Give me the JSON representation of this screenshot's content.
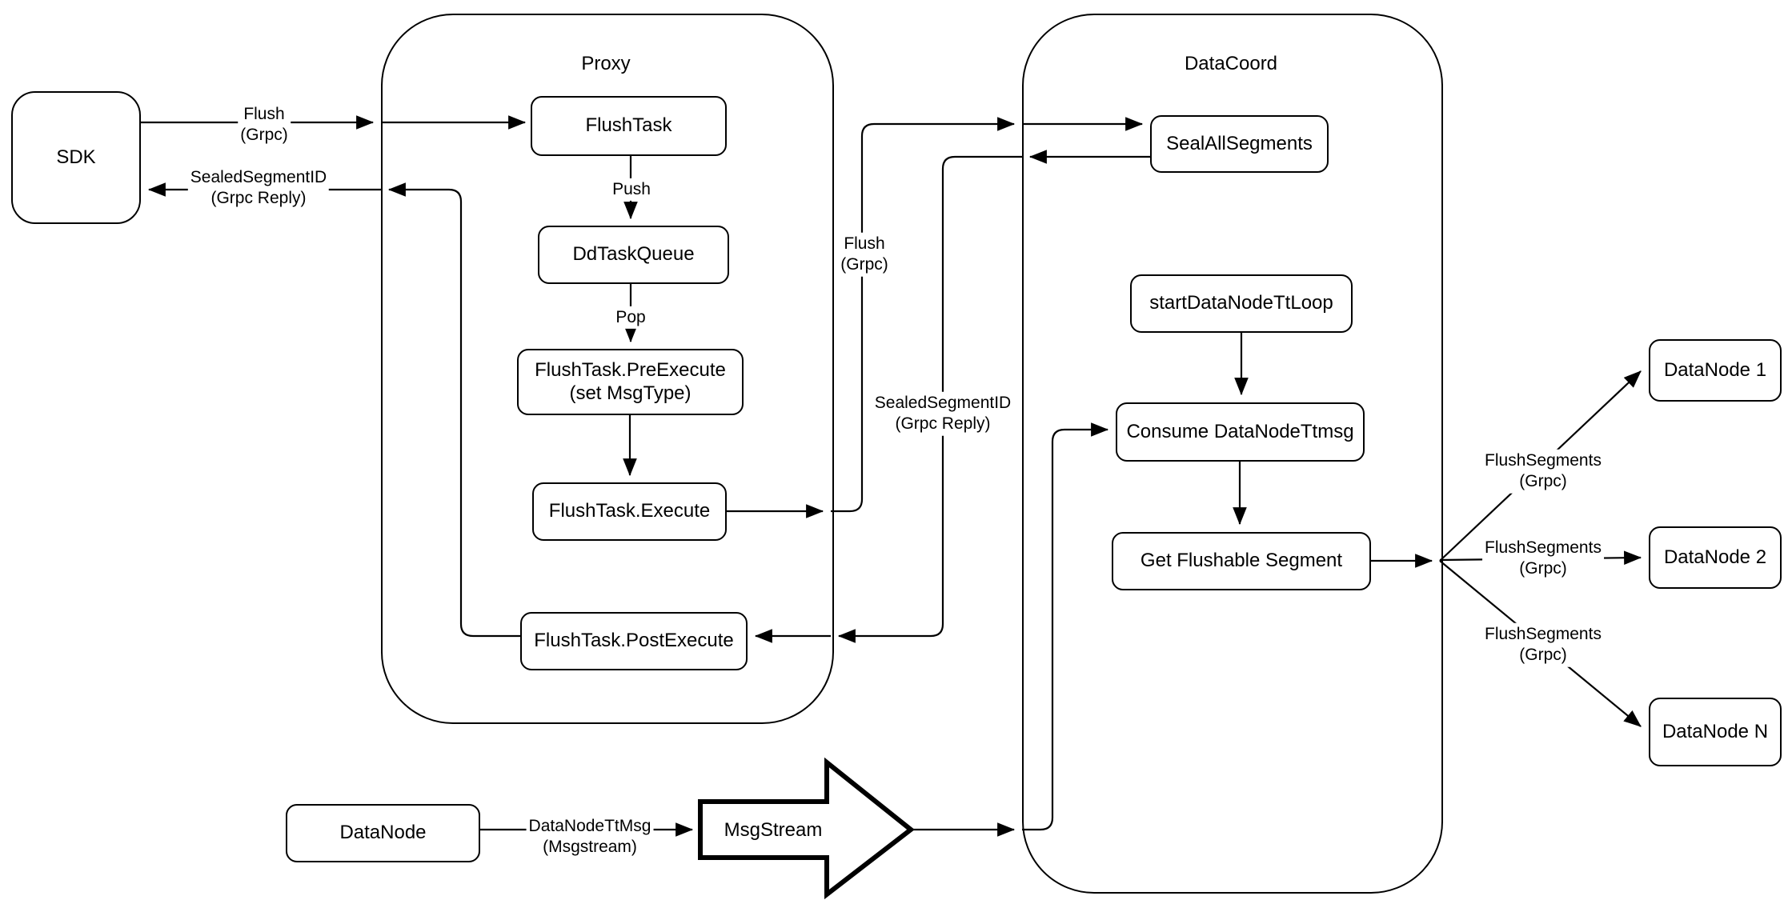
{
  "colors": {
    "stroke": "#000000",
    "background": "#ffffff"
  },
  "diagram": {
    "containers": {
      "proxy": {
        "title": "Proxy"
      },
      "datacoord": {
        "title": "DataCoord"
      }
    },
    "nodes": {
      "sdk": {
        "label": "SDK"
      },
      "flushtask": {
        "label": "FlushTask"
      },
      "ddtaskqueue": {
        "label": "DdTaskQueue"
      },
      "preexecute": {
        "line1": "FlushTask.PreExecute",
        "line2": "(set MsgType)"
      },
      "execute": {
        "label": "FlushTask.Execute"
      },
      "postexecute": {
        "label": "FlushTask.PostExecute"
      },
      "sealall": {
        "label": "SealAllSegments"
      },
      "startttloop": {
        "label": "startDataNodeTtLoop"
      },
      "consumett": {
        "label": "Consume DataNodeTtmsg"
      },
      "getflushable": {
        "label": "Get Flushable Segment"
      },
      "datanode1": {
        "label": "DataNode 1"
      },
      "datanode2": {
        "label": "DataNode 2"
      },
      "datanoden": {
        "label": "DataNode N"
      },
      "datanode": {
        "label": "DataNode"
      },
      "msgstream": {
        "label": "MsgStream"
      }
    },
    "edge_labels": {
      "flush_sdk": {
        "line1": "Flush",
        "line2": "(Grpc)"
      },
      "sealed_sdk": {
        "line1": "SealedSegmentID",
        "line2": "(Grpc Reply)"
      },
      "push": {
        "line1": "Push"
      },
      "pop": {
        "line1": "Pop"
      },
      "flush_mid": {
        "line1": "Flush",
        "line2": "(Grpc)"
      },
      "sealed_mid": {
        "line1": "SealedSegmentID",
        "line2": "(Grpc Reply)"
      },
      "flushseg1": {
        "line1": "FlushSegments",
        "line2": "(Grpc)"
      },
      "flushseg2": {
        "line1": "FlushSegments",
        "line2": "(Grpc)"
      },
      "flushseg3": {
        "line1": "FlushSegments",
        "line2": "(Grpc)"
      },
      "datanodettmsg": {
        "line1": "DataNodeTtMsg",
        "line2": "(Msgstream)"
      }
    }
  }
}
